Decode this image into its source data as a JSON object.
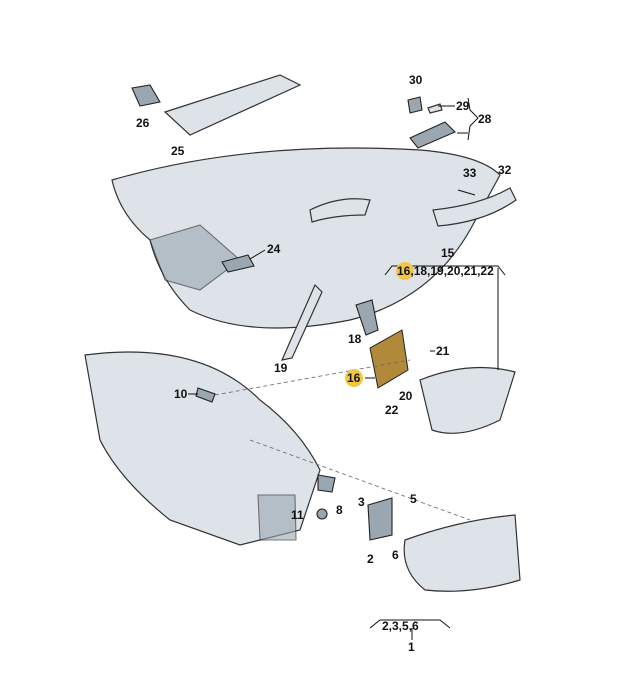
{
  "highlight_color": "#f2c744",
  "labels": {
    "p1": "1",
    "p2": "2",
    "p3": "3",
    "p5": "5",
    "p6": "6",
    "p8": "8",
    "p10": "10",
    "p11": "11",
    "p15": "15",
    "p16": "16",
    "p18": "18",
    "p19": "19",
    "p20": "20",
    "p21": "21",
    "p22": "22",
    "p24": "24",
    "p25": "25",
    "p26": "26",
    "p28": "28",
    "p29": "29",
    "p30": "30",
    "p32": "32",
    "p33": "33",
    "group15_first": "16",
    "group15_rest": ",18,19,20,21,22",
    "group1": "2,3,5,6"
  }
}
